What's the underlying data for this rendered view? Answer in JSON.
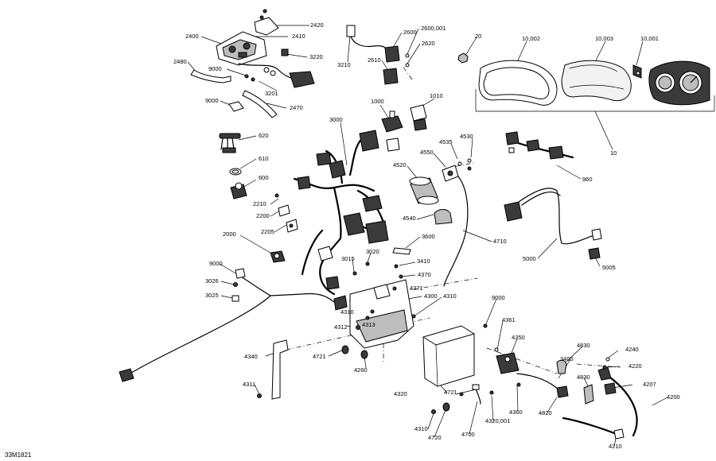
{
  "drawing_code": "33M1821",
  "callouts": [
    {
      "id": "c2420",
      "text": "2420"
    },
    {
      "id": "c2400",
      "text": "2400"
    },
    {
      "id": "c2410",
      "text": "2410"
    },
    {
      "id": "c3220",
      "text": "3220"
    },
    {
      "id": "c2480",
      "text": "2480"
    },
    {
      "id": "c9000a",
      "text": "9000"
    },
    {
      "id": "c3201",
      "text": "3201"
    },
    {
      "id": "c9000b",
      "text": "9000"
    },
    {
      "id": "c2470",
      "text": "2470"
    },
    {
      "id": "c3210",
      "text": "3210"
    },
    {
      "id": "c2600",
      "text": "2600"
    },
    {
      "id": "c2600001",
      "text": "2600,001"
    },
    {
      "id": "c2620",
      "text": "2620"
    },
    {
      "id": "c2610",
      "text": "2610"
    },
    {
      "id": "c20",
      "text": "20"
    },
    {
      "id": "c10002",
      "text": "10,002"
    },
    {
      "id": "c10003",
      "text": "10,003"
    },
    {
      "id": "c10001",
      "text": "10,001"
    },
    {
      "id": "c10",
      "text": "10"
    },
    {
      "id": "c1000",
      "text": "1000"
    },
    {
      "id": "c1010",
      "text": "1010"
    },
    {
      "id": "c3000",
      "text": "3000"
    },
    {
      "id": "c620",
      "text": "620"
    },
    {
      "id": "c610",
      "text": "610"
    },
    {
      "id": "c600",
      "text": "600"
    },
    {
      "id": "c2210",
      "text": "2210"
    },
    {
      "id": "c2200",
      "text": "2200"
    },
    {
      "id": "c2205",
      "text": "2205"
    },
    {
      "id": "c4535",
      "text": "4535"
    },
    {
      "id": "c4530",
      "text": "4530"
    },
    {
      "id": "c4550",
      "text": "4550"
    },
    {
      "id": "c4520",
      "text": "4520"
    },
    {
      "id": "c960",
      "text": "960"
    },
    {
      "id": "c4540",
      "text": "4540"
    },
    {
      "id": "c4710",
      "text": "4710"
    },
    {
      "id": "c2000",
      "text": "2000"
    },
    {
      "id": "c3600",
      "text": "3600"
    },
    {
      "id": "c3020",
      "text": "3020"
    },
    {
      "id": "c3015",
      "text": "3015"
    },
    {
      "id": "c3410",
      "text": "3410"
    },
    {
      "id": "c9000c",
      "text": "9000"
    },
    {
      "id": "c5000",
      "text": "5000"
    },
    {
      "id": "c5005",
      "text": "5005"
    },
    {
      "id": "c4370",
      "text": "4370"
    },
    {
      "id": "c3026",
      "text": "3026"
    },
    {
      "id": "c4371",
      "text": "4371"
    },
    {
      "id": "c3025",
      "text": "3025"
    },
    {
      "id": "c4300",
      "text": "4300"
    },
    {
      "id": "c4310a",
      "text": "4310"
    },
    {
      "id": "c9000d",
      "text": "9000"
    },
    {
      "id": "c4310b",
      "text": "4310"
    },
    {
      "id": "c4361",
      "text": "4361"
    },
    {
      "id": "c4312",
      "text": "4312"
    },
    {
      "id": "c4313",
      "text": "4313"
    },
    {
      "id": "c4350",
      "text": "4350"
    },
    {
      "id": "c4830a",
      "text": "4830"
    },
    {
      "id": "c4240",
      "text": "4240"
    },
    {
      "id": "c4721a",
      "text": "4721"
    },
    {
      "id": "c4340",
      "text": "4340"
    },
    {
      "id": "c4260",
      "text": "4260"
    },
    {
      "id": "c3405",
      "text": "3405"
    },
    {
      "id": "c4220",
      "text": "4220"
    },
    {
      "id": "c4830b",
      "text": "4830"
    },
    {
      "id": "c4207",
      "text": "4207"
    },
    {
      "id": "c4311",
      "text": "4311"
    },
    {
      "id": "c4320",
      "text": "4320"
    },
    {
      "id": "c4721b",
      "text": "4721"
    },
    {
      "id": "c4360",
      "text": "4360"
    },
    {
      "id": "c4820",
      "text": "4820"
    },
    {
      "id": "c4200",
      "text": "4200"
    },
    {
      "id": "c4310c",
      "text": "4310"
    },
    {
      "id": "c4320001",
      "text": "4320,001"
    },
    {
      "id": "c4700",
      "text": "4700"
    },
    {
      "id": "c4720",
      "text": "4720"
    },
    {
      "id": "c4210",
      "text": "4210"
    }
  ]
}
